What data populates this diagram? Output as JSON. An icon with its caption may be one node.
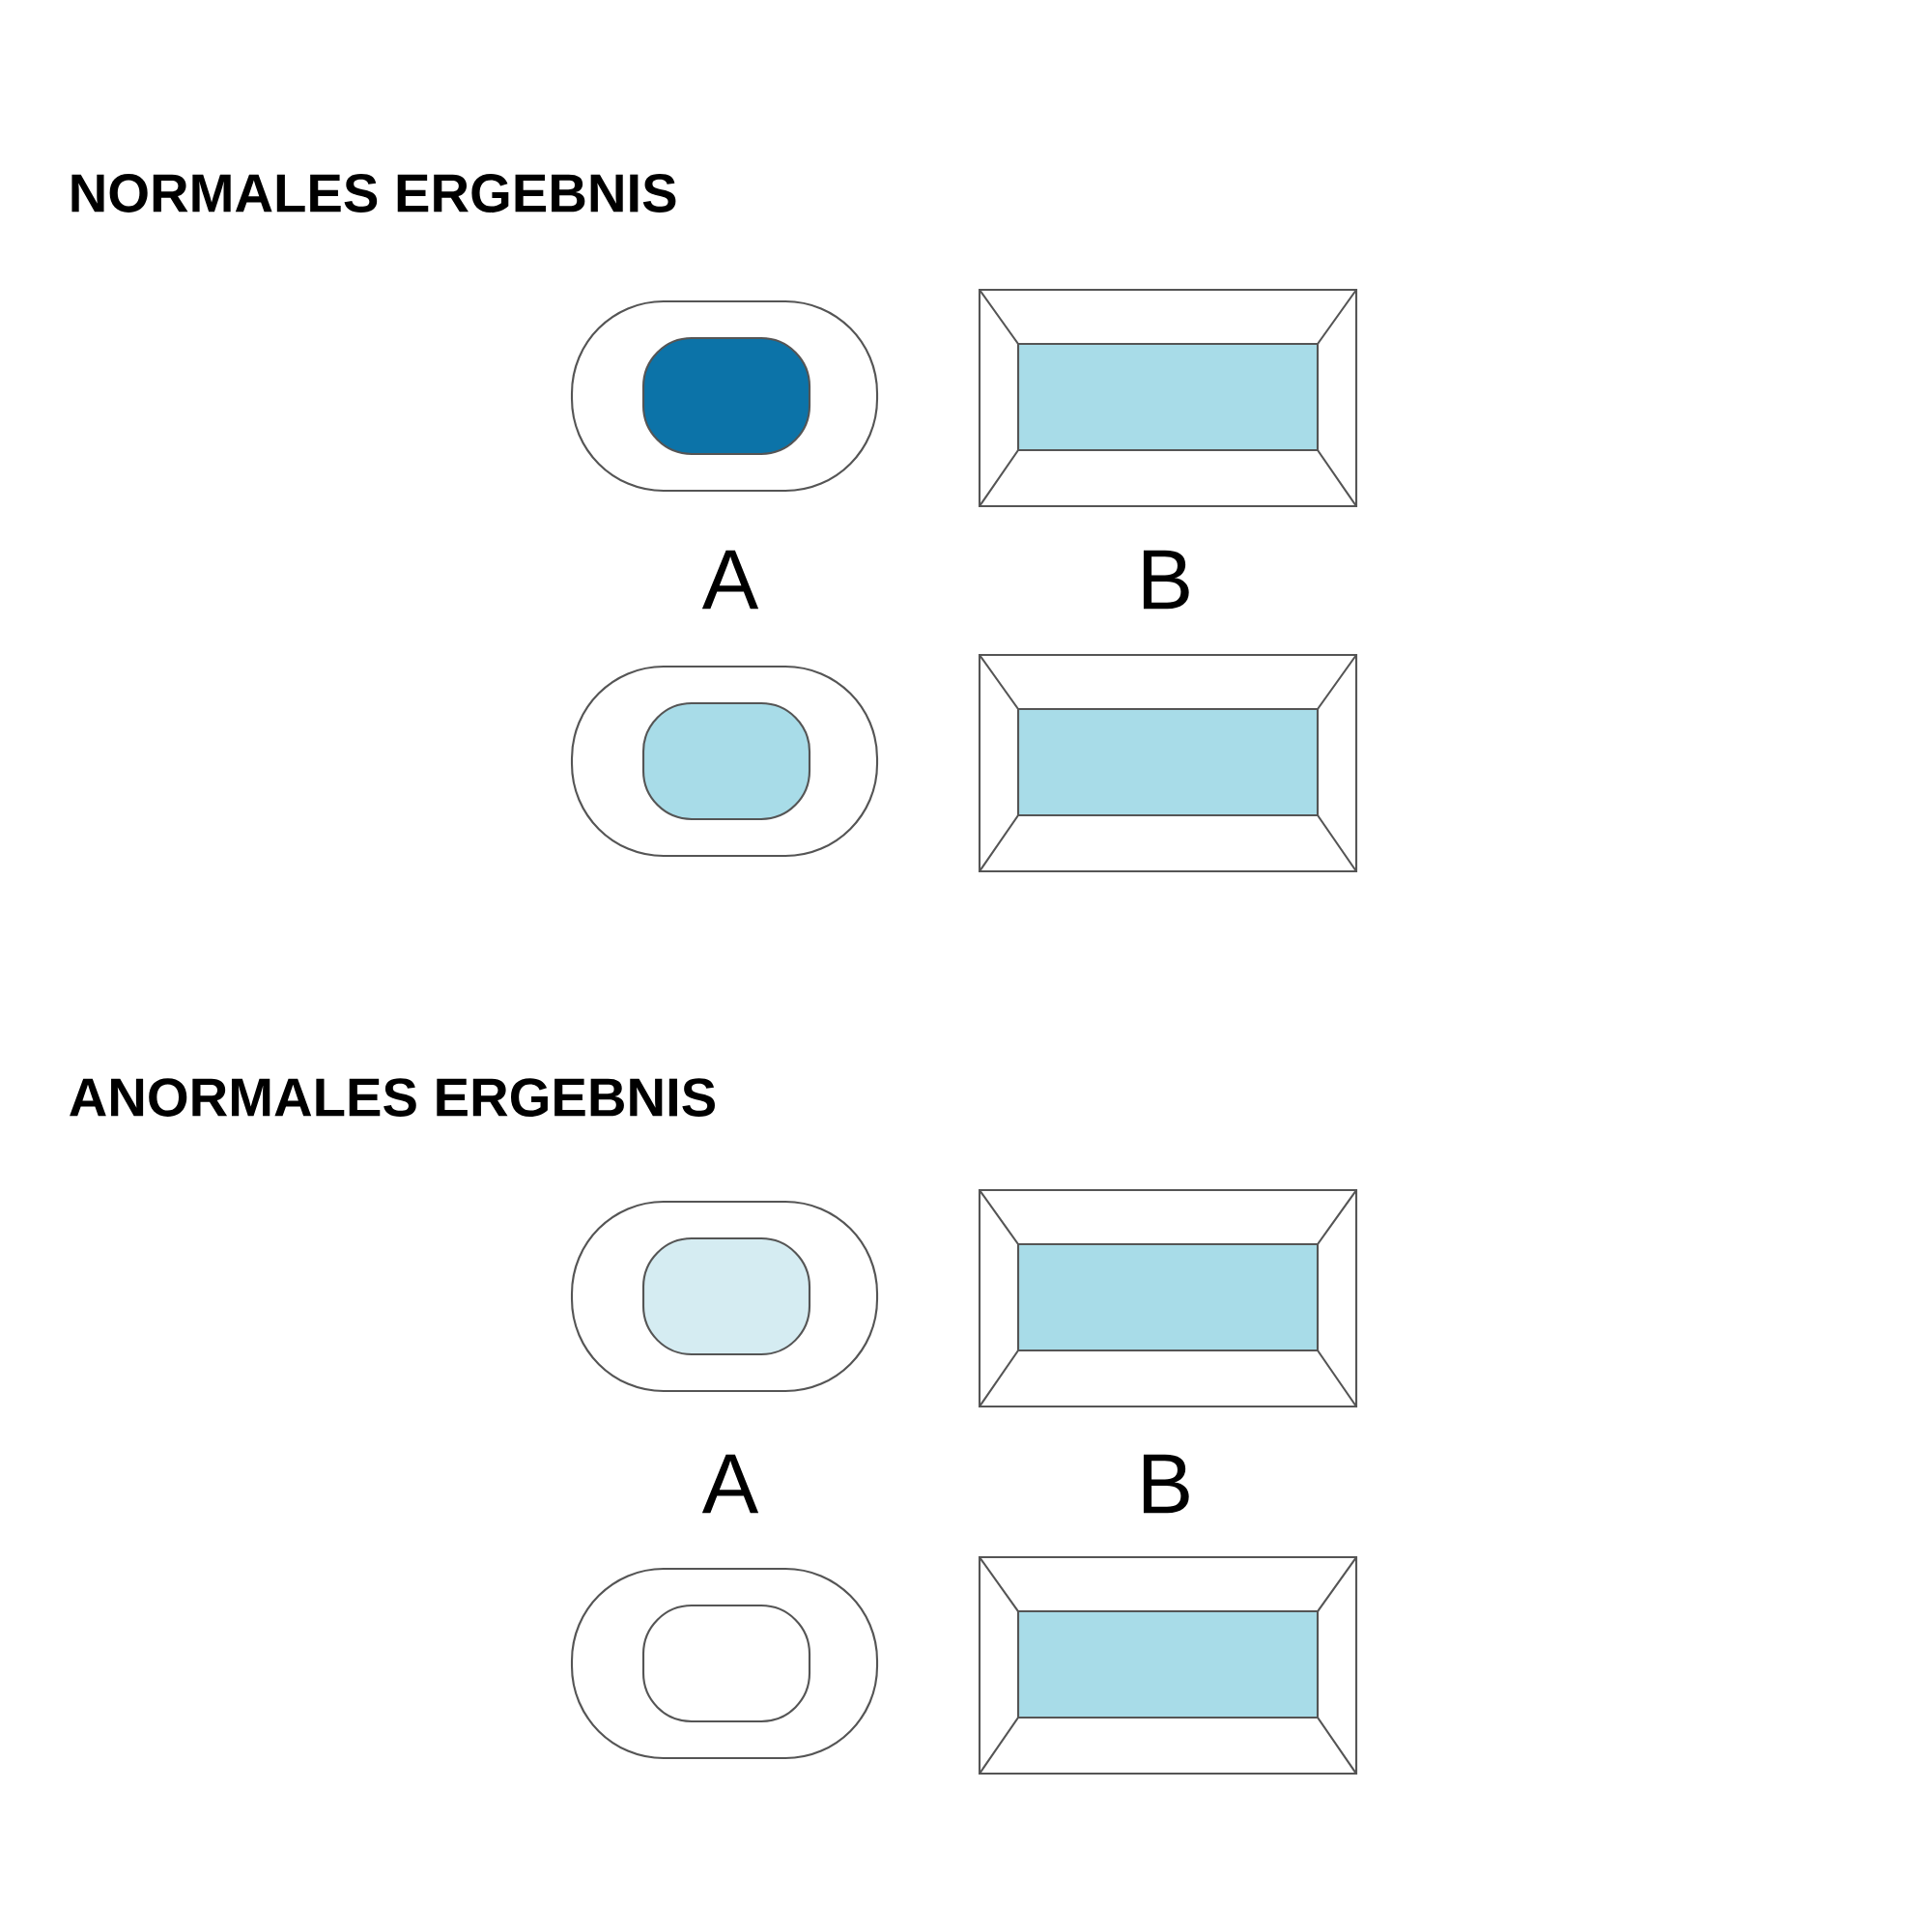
{
  "diagram": {
    "labels": [
      "NORMALES ERGEBNIS",
      "A",
      "B",
      "ANORMALES ERGEBNIS",
      "A",
      "B"
    ]
  }
}
